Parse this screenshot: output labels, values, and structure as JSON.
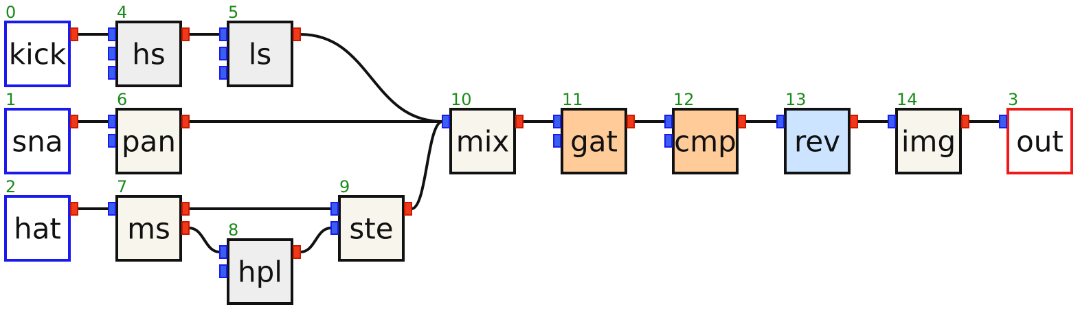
{
  "colors": {
    "input_border": "#1a1aee",
    "output_border": "#ee1a1a",
    "default_border": "#111111",
    "node_id_text": "#1a8a1a",
    "in_port_fill": "#3a5ef0",
    "in_port_stroke": "#1a1aee",
    "out_port_fill": "#ee3a1a",
    "out_port_stroke": "#cc1a00",
    "wire": "#111111"
  },
  "nodes": [
    {
      "id": "0",
      "label": "kick",
      "kind": "input",
      "fill": "#ffffff",
      "inputs": 0,
      "outputs": 1
    },
    {
      "id": "1",
      "label": "sna",
      "kind": "input",
      "fill": "#ffffff",
      "inputs": 0,
      "outputs": 1
    },
    {
      "id": "2",
      "label": "hat",
      "kind": "input",
      "fill": "#ffffff",
      "inputs": 0,
      "outputs": 1
    },
    {
      "id": "4",
      "label": "hs",
      "kind": "process",
      "fill": "#eeeeee",
      "inputs": 3,
      "outputs": 1
    },
    {
      "id": "5",
      "label": "ls",
      "kind": "process",
      "fill": "#eeeeee",
      "inputs": 3,
      "outputs": 1
    },
    {
      "id": "6",
      "label": "pan",
      "kind": "process",
      "fill": "#f7f5ec",
      "inputs": 2,
      "outputs": 1
    },
    {
      "id": "7",
      "label": "ms",
      "kind": "process",
      "fill": "#f7f5ec",
      "inputs": 1,
      "outputs": 2
    },
    {
      "id": "8",
      "label": "hpl",
      "kind": "process",
      "fill": "#eeeeee",
      "inputs": 2,
      "outputs": 1
    },
    {
      "id": "9",
      "label": "ste",
      "kind": "process",
      "fill": "#f7f5ec",
      "inputs": 2,
      "outputs": 1
    },
    {
      "id": "10",
      "label": "mix",
      "kind": "process",
      "fill": "#f7f5ec",
      "inputs": 1,
      "outputs": 1
    },
    {
      "id": "11",
      "label": "gat",
      "kind": "process",
      "fill": "#ffcc99",
      "inputs": 2,
      "outputs": 1
    },
    {
      "id": "12",
      "label": "cmp",
      "kind": "process",
      "fill": "#ffcc99",
      "inputs": 2,
      "outputs": 1
    },
    {
      "id": "13",
      "label": "rev",
      "kind": "process",
      "fill": "#cce4ff",
      "inputs": 1,
      "outputs": 1
    },
    {
      "id": "14",
      "label": "img",
      "kind": "process",
      "fill": "#f7f5ec",
      "inputs": 1,
      "outputs": 1
    },
    {
      "id": "3",
      "label": "out",
      "kind": "output",
      "fill": "#ffffff",
      "inputs": 1,
      "outputs": 0
    }
  ],
  "edges": [
    {
      "from": "0",
      "out": 0,
      "to": "4",
      "in": 0
    },
    {
      "from": "4",
      "out": 0,
      "to": "5",
      "in": 0
    },
    {
      "from": "5",
      "out": 0,
      "to": "10",
      "in": 0
    },
    {
      "from": "1",
      "out": 0,
      "to": "6",
      "in": 0
    },
    {
      "from": "6",
      "out": 0,
      "to": "10",
      "in": 0
    },
    {
      "from": "2",
      "out": 0,
      "to": "7",
      "in": 0
    },
    {
      "from": "7",
      "out": 0,
      "to": "9",
      "in": 0
    },
    {
      "from": "7",
      "out": 1,
      "to": "8",
      "in": 0
    },
    {
      "from": "8",
      "out": 0,
      "to": "9",
      "in": 1
    },
    {
      "from": "9",
      "out": 0,
      "to": "10",
      "in": 0
    },
    {
      "from": "10",
      "out": 0,
      "to": "11",
      "in": 0
    },
    {
      "from": "11",
      "out": 0,
      "to": "12",
      "in": 0
    },
    {
      "from": "12",
      "out": 0,
      "to": "13",
      "in": 0
    },
    {
      "from": "13",
      "out": 0,
      "to": "14",
      "in": 0
    },
    {
      "from": "14",
      "out": 0,
      "to": "3",
      "in": 0
    }
  ]
}
